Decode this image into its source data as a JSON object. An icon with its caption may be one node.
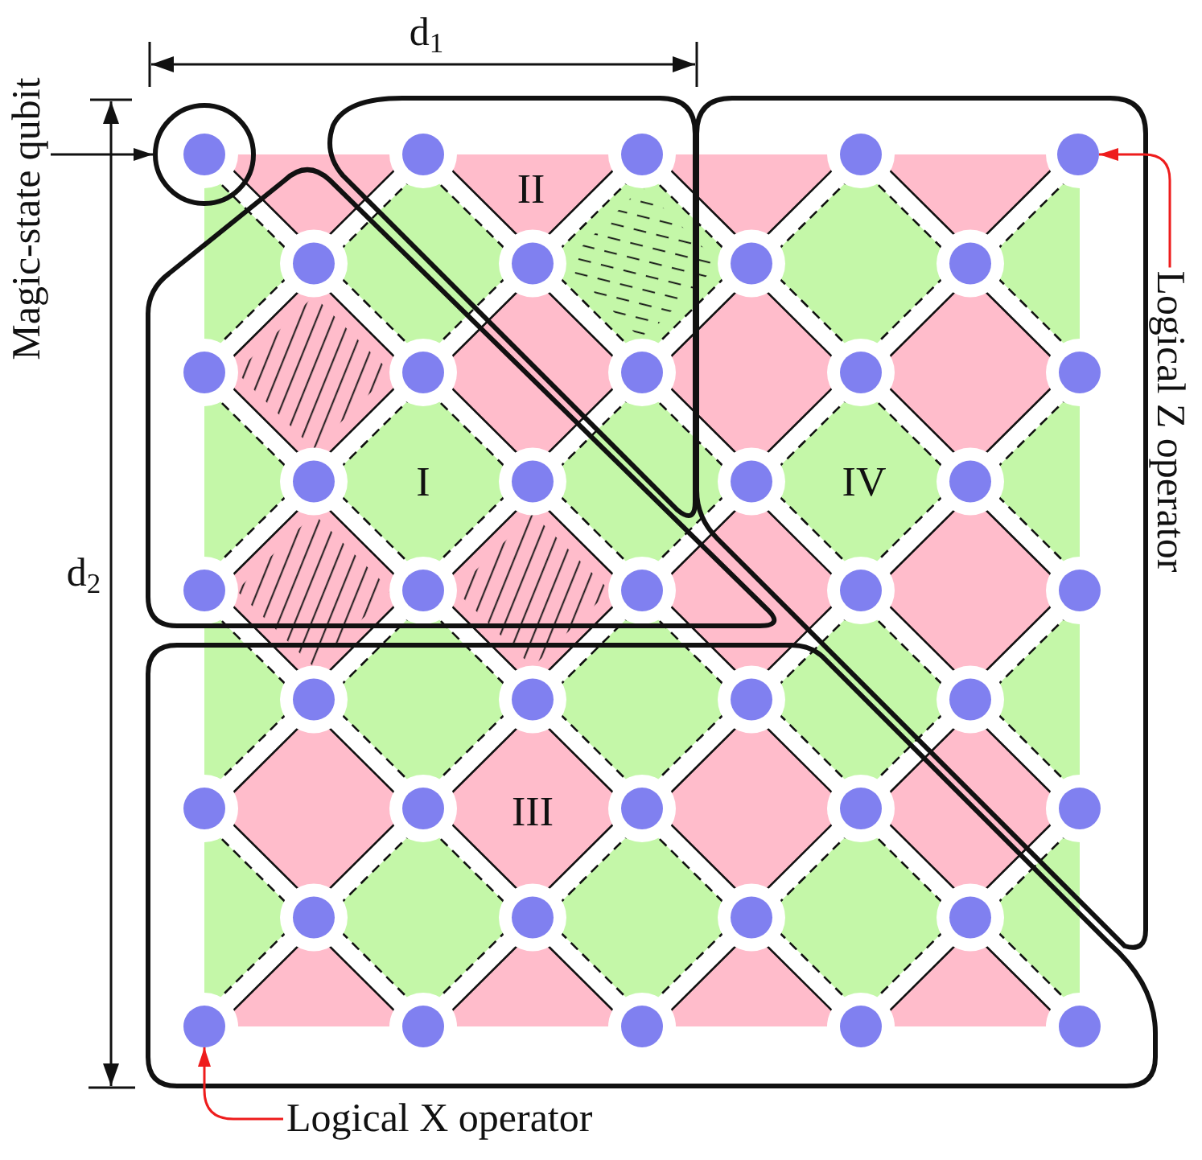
{
  "diagram": {
    "nodes": [
      {
        "text": [
          "Magic-state qubit"
        ]
      },
      {
        "text": [],
        "shape": "circle"
      },
      {
        "text": [
          "II"
        ]
      },
      {
        "text": [
          "IV"
        ]
      },
      {
        "text": [],
        "shape": "circle",
        "in": 3
      },
      {
        "text": [
          "Logical Z operator"
        ]
      },
      {
        "text": [
          "I"
        ]
      },
      {
        "text": [
          "III"
        ]
      },
      {
        "text": [],
        "shape": "circle",
        "in": 7
      },
      {
        "text": [
          "Logical X operator"
        ]
      }
    ],
    "edges": [
      {
        "from": 0,
        "to": 1,
        "arrow": "to",
        "color": "#111111"
      },
      {
        "from": 5,
        "to": 4,
        "arrow": "to",
        "color": "#ee1c1c"
      },
      {
        "from": 9,
        "to": 8,
        "arrow": "to",
        "color": "#ee1c1c"
      }
    ],
    "labels": [
      "d$_{1}$",
      "d$_{2}$"
    ]
  }
}
